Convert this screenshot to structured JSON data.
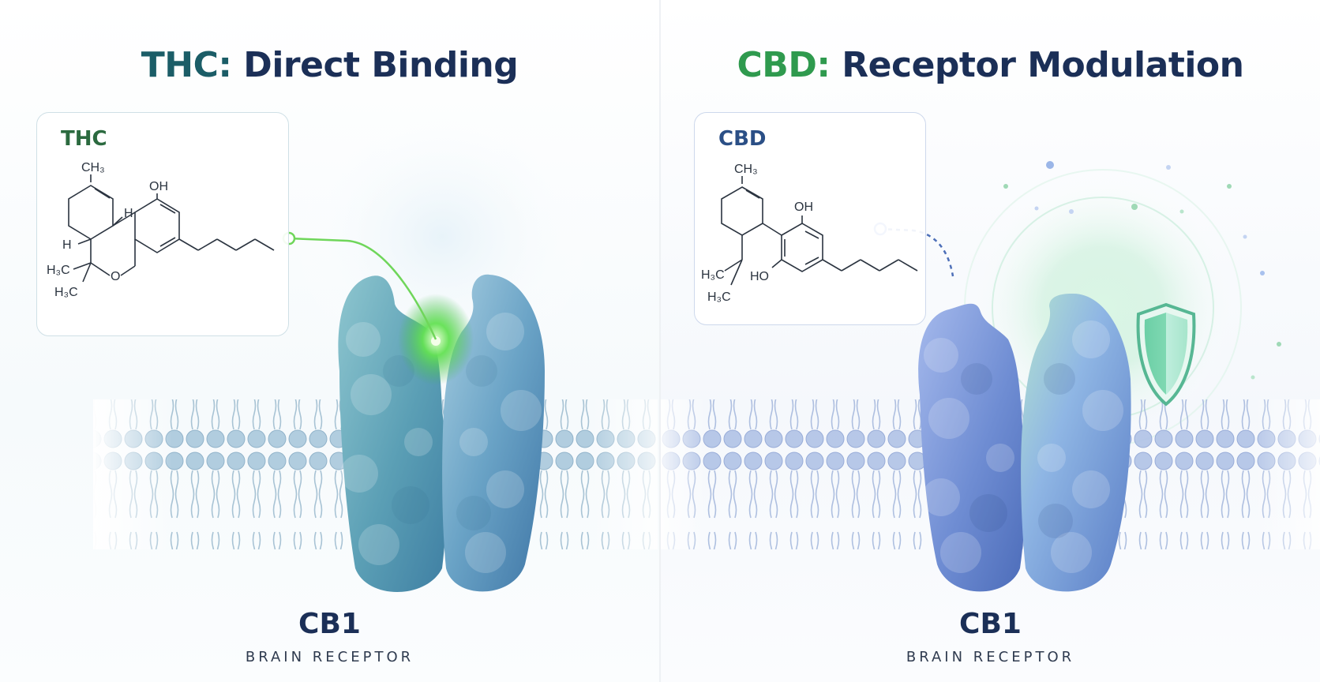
{
  "left_panel": {
    "title_accent": "THC:",
    "title_rest": " Direct Binding",
    "molecule": {
      "name": "THC",
      "labels": {
        "ch3": "CH₃",
        "oh": "OH",
        "h_top": "H",
        "h_left": "H",
        "o_ring": "O",
        "h3c_top": "H₃C",
        "h3c_bottom": "H₃C"
      }
    },
    "receptor": {
      "name": "CB1",
      "subtitle": "BRAIN RECEPTOR"
    },
    "colors": {
      "accent": "#1b5d67",
      "glow": "#56e05a",
      "protein": "#6fa9c2"
    }
  },
  "right_panel": {
    "title_accent": "CBD:",
    "title_rest": " Receptor Modulation",
    "molecule": {
      "name": "CBD",
      "labels": {
        "ch3": "CH₃",
        "oh_top": "OH",
        "ho": "HO",
        "h3c_top": "H₃C",
        "h3c_bottom": "H₃C"
      }
    },
    "receptor": {
      "name": "CB1",
      "subtitle": "BRAIN RECEPTOR"
    },
    "colors": {
      "accent": "#2f9a4e",
      "shield": "#5fc7a0",
      "protein": "#7b97d6"
    }
  }
}
